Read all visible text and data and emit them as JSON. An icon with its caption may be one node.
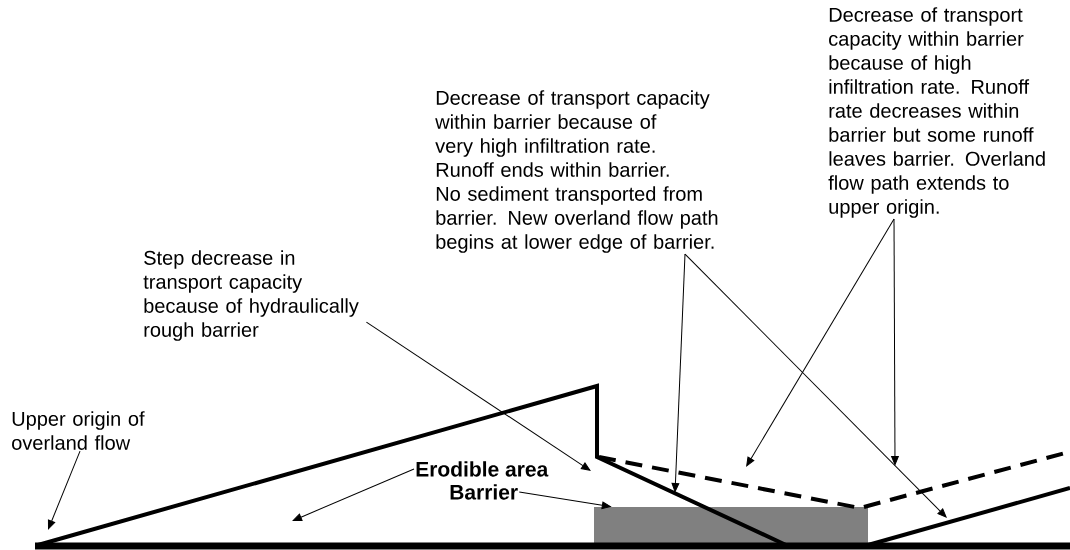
{
  "diagram": {
    "nodes": [
      {
        "text": [
          "Upper origin of overland flow"
        ]
      },
      {
        "text": [
          "Step decrease in transport capacity because of hydraulically rough barrier"
        ]
      },
      {
        "text": [
          "Decrease of transport capacity within barrier because of very high infiltration rate.  Runoff ends within barrier.  No sediment transported from barrier.  New overland flow path begins at lower edge of barrier."
        ]
      },
      {
        "text": [
          "Decrease of transport capacity within barrier because of high infiltration rate.  Runoff rate decreases within barrier but some runoff leaves barrier.  Overland flow path extends to upper origin."
        ]
      },
      {
        "text": [
          "Erodible area"
        ]
      },
      {
        "text": [
          "Barrier"
        ]
      },
      {
        "text": [],
        "shape": "box"
      }
    ],
    "edges": [
      {
        "from": 0,
        "to": null,
        "arrow": "to"
      },
      {
        "from": 1,
        "to": null,
        "arrow": "to"
      },
      {
        "from": 2,
        "to": null,
        "arrow": "to"
      },
      {
        "from": 2,
        "to": null,
        "arrow": "to"
      },
      {
        "from": 3,
        "to": null,
        "arrow": "to"
      },
      {
        "from": 3,
        "to": null,
        "arrow": "to"
      },
      {
        "from": 4,
        "to": null,
        "arrow": "to"
      },
      {
        "from": 5,
        "to": 6,
        "arrow": "to"
      }
    ]
  }
}
